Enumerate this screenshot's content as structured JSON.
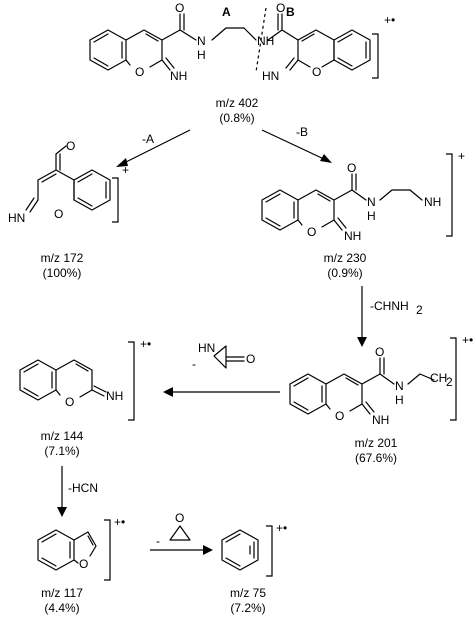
{
  "labels": {
    "A": "A",
    "B": "B"
  },
  "atoms": {
    "O": "O",
    "N": "N",
    "NH": "NH",
    "NH2": "NH",
    "HN": "HN",
    "HN_open": "HN",
    "NH_link": "N",
    "H": "H",
    "NH_imine": "NH",
    "NH_ring": "NH",
    "CH2": "CH",
    "sub2": "2",
    "NH_end": "NH",
    "HN_start": "H",
    "N_only": "N",
    "imine": "NH"
  },
  "fragments": [
    {
      "mz": "m/z 402",
      "pct": "(0.8%)"
    },
    {
      "mz": "m/z 172",
      "pct": "(100%)"
    },
    {
      "mz": "m/z 230",
      "pct": "(0.9%)"
    },
    {
      "mz": "m/z 201",
      "pct": "(67.6%)"
    },
    {
      "mz": "m/z 144",
      "pct": "(7.1%)"
    },
    {
      "mz": "m/z 117",
      "pct": "(4.4%)"
    },
    {
      "mz": "m/z 75",
      "pct": "(7.2%)"
    }
  ],
  "losses": {
    "minusA": "-A",
    "minusB": "-B",
    "minusCHNH2": "-CHNH",
    "minusCHNH2_sub": "2",
    "minusHCN": "-HCN",
    "minus": "-",
    "minus2": "-"
  },
  "charges": {
    "radical_cation": "+•",
    "cation": "+"
  }
}
